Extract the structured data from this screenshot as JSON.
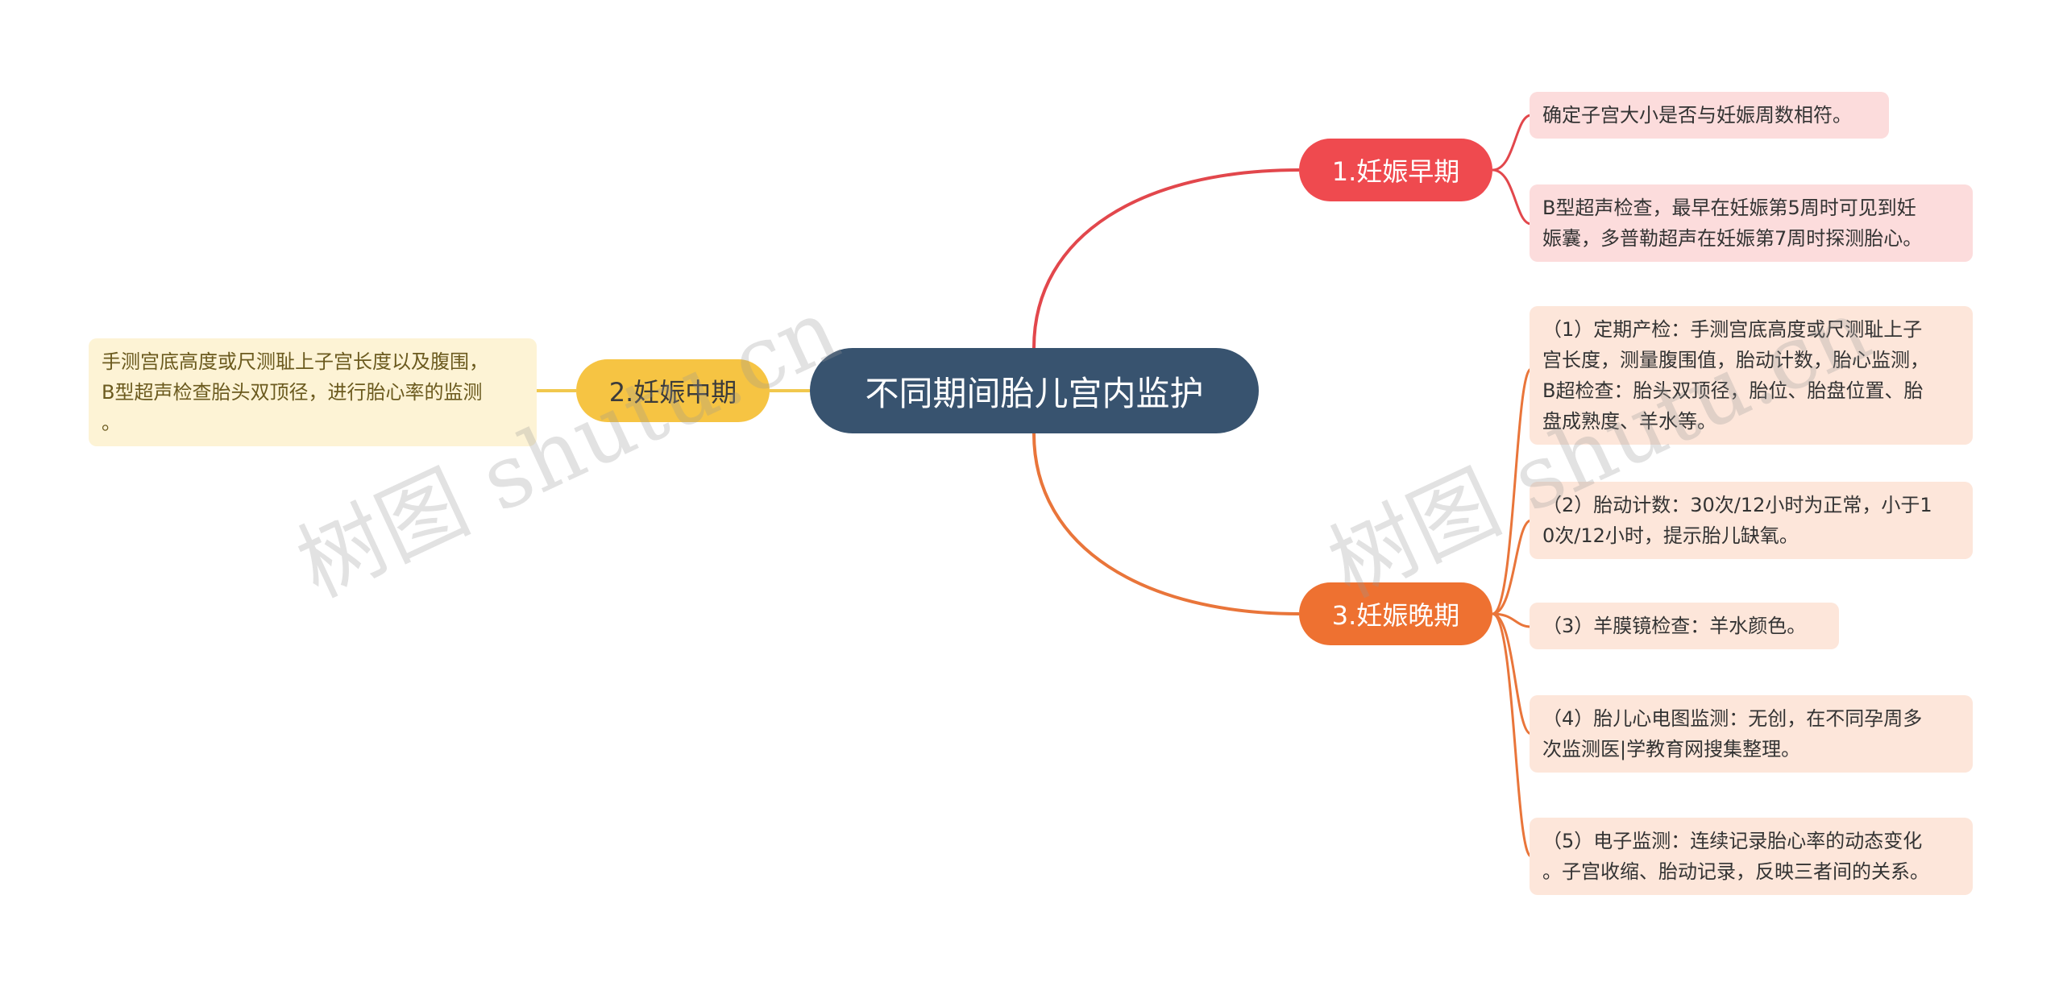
{
  "root": {
    "label": "不同期间胎儿宫内监护"
  },
  "branches": [
    {
      "label": "1.妊娠早期",
      "color": "#ef4a4f",
      "leaves": [
        "确定子宫大小是否与妊娠周数相符。",
        "B型超声检查，最早在妊娠第5周时可见到妊\n娠囊，多普勒超声在妊娠第7周时探测胎心。"
      ]
    },
    {
      "label": "2.妊娠中期",
      "color": "#f6c443",
      "leaves": [
        "手测宫底高度或尺测耻上子宫长度以及腹围，\nB型超声检查胎头双顶径，进行胎心率的监测\n。"
      ]
    },
    {
      "label": "3.妊娠晚期",
      "color": "#ee7131",
      "leaves": [
        "（1）定期产检：手测宫底高度或尺测耻上子\n宫长度，测量腹围值，胎动计数，胎心监测，\nB超检查：胎头双顶径，胎位、胎盘位置、胎\n盘成熟度、羊水等。",
        "（2）胎动计数：30次/12小时为正常，小于1\n0次/12小时，提示胎儿缺氧。",
        "（3）羊膜镜检查：羊水颜色。",
        "（4）胎儿心电图监测：无创，在不同孕周多\n次监测医|学教育网搜集整理。",
        "（5）电子监测：连续记录胎心率的动态变化\n。子宫收缩、胎动记录，反映三者间的关系。"
      ]
    }
  ],
  "watermarks": [
    "树图 shutu.cn",
    "树图 shutu.cn"
  ]
}
